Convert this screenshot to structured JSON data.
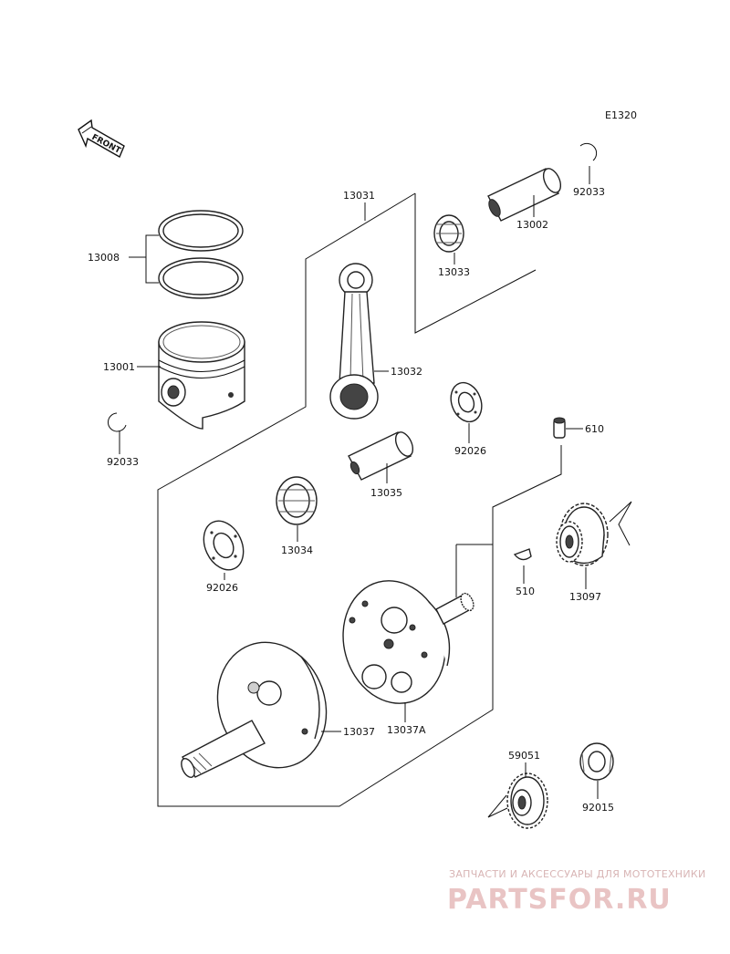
{
  "diagram": {
    "code": "E1320",
    "front_label": "FRONT",
    "parts": {
      "p13008": "13008",
      "p13001": "13001",
      "p92033_left": "92033",
      "p13031": "13031",
      "p13032": "13032",
      "p13033": "13033",
      "p13002": "13002",
      "p92033_right": "92033",
      "p92026_mid": "92026",
      "p13035": "13035",
      "p13034": "13034",
      "p92026_left": "92026",
      "p610": "610",
      "p510": "510",
      "p13097": "13097",
      "p13037": "13037",
      "p13037A": "13037A",
      "p59051": "59051",
      "p92015": "92015"
    }
  },
  "watermark": {
    "top_line": "ЗАПЧАСТИ И АКСЕССУАРЫ ДЛЯ МОТОТЕХНИКИ",
    "brand": "PARTSFOR.RU"
  },
  "colors": {
    "line": "#111111",
    "watermark": "#e9c4c4"
  }
}
